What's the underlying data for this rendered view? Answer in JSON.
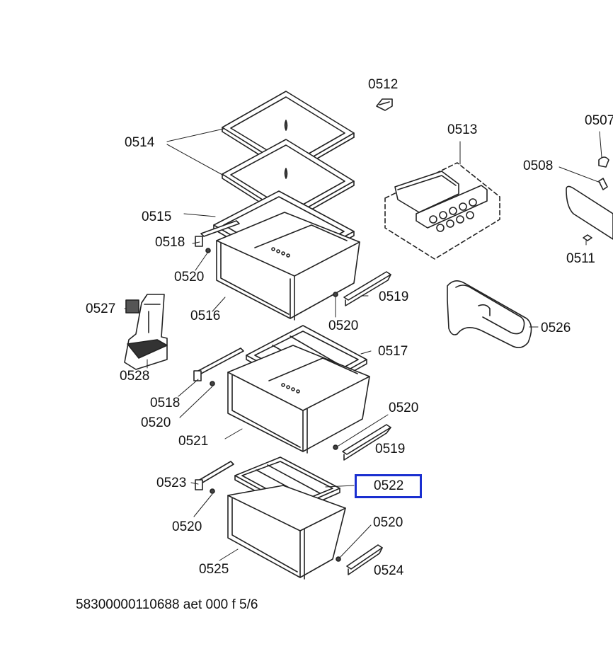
{
  "callouts": {
    "c0507": "0507",
    "c0508": "0508",
    "c0511": "0511",
    "c0512": "0512",
    "c0513": "0513",
    "c0514": "0514",
    "c0515": "0515",
    "c0516": "0516",
    "c0517": "0517",
    "c0518_top": "0518",
    "c0518_mid": "0518",
    "c0519_top": "0519",
    "c0519_mid": "0519",
    "c0520_a": "0520",
    "c0520_b": "0520",
    "c0520_c": "0520",
    "c0520_d": "0520",
    "c0520_e": "0520",
    "c0520_f": "0520",
    "c0521": "0521",
    "c0522": "0522",
    "c0523": "0523",
    "c0524": "0524",
    "c0525": "0525",
    "c0526": "0526",
    "c0527": "0527",
    "c0528": "0528"
  },
  "footer": {
    "code": "58300000110688 aet 000 f 5/6"
  },
  "highlight": {
    "target": "0522",
    "color": "#1a2fd0"
  }
}
